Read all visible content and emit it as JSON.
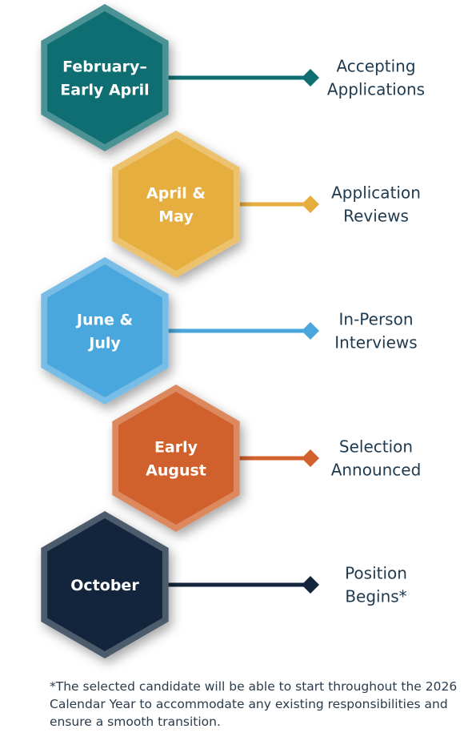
{
  "stages": [
    {
      "period_lines": [
        "February–",
        "Early April"
      ],
      "label_lines": [
        "Accepting",
        "Applications"
      ],
      "color": "#0f6e72"
    },
    {
      "period_lines": [
        "April &",
        "May"
      ],
      "label_lines": [
        "Application",
        "Reviews"
      ],
      "color": "#e6ae3e"
    },
    {
      "period_lines": [
        "June &",
        "July"
      ],
      "label_lines": [
        "In-Person",
        "Interviews"
      ],
      "color": "#4aa7dd"
    },
    {
      "period_lines": [
        "Early",
        "August"
      ],
      "label_lines": [
        "Selection",
        "Announced"
      ],
      "color": "#d0612c"
    },
    {
      "period_lines": [
        "October"
      ],
      "label_lines": [
        "Position",
        "Begins*"
      ],
      "color": "#13253c"
    }
  ],
  "footnote": "*The selected candidate will be able to start throughout the 2026 Calendar Year to accommodate any existing responsibilities and ensure a smooth transition."
}
